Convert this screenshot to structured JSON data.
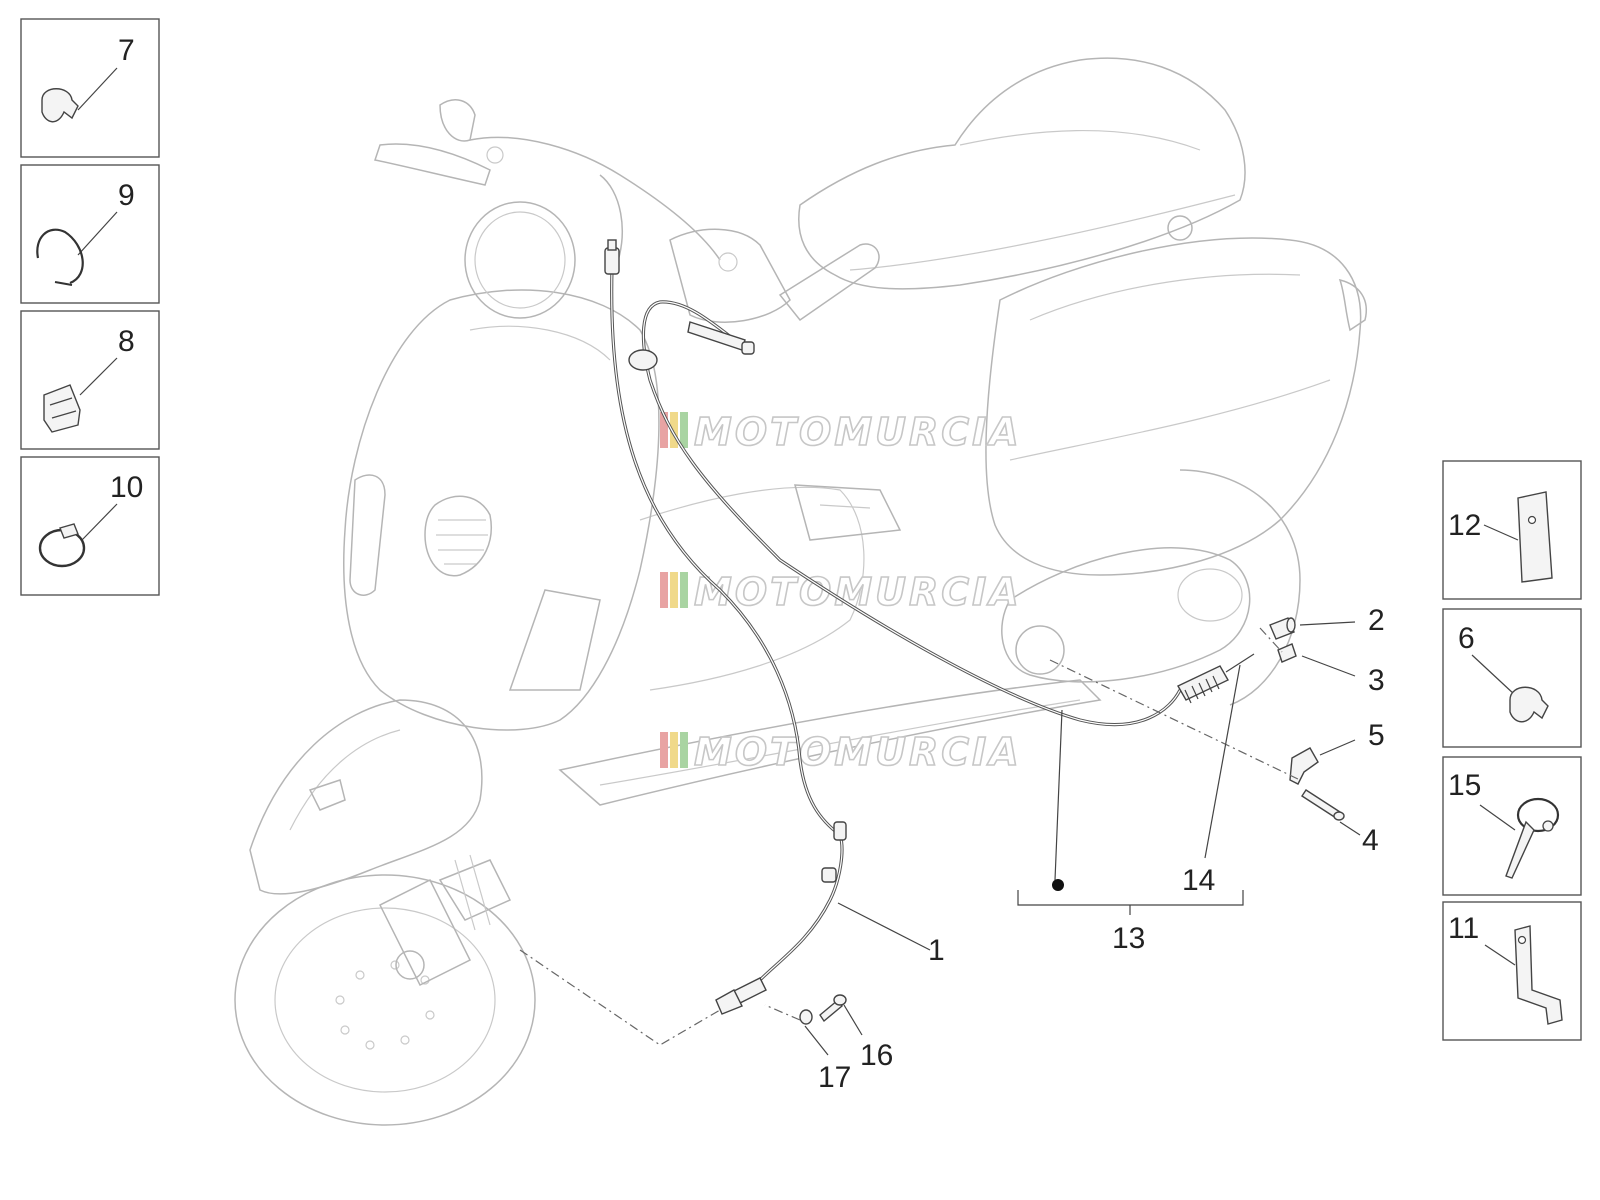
{
  "watermark": {
    "text": "MOTOMURCIA",
    "stripe_colors": [
      "#e8a3a3",
      "#f0d98a",
      "#a9d4a2"
    ]
  },
  "callouts": {
    "c1": "1",
    "c2": "2",
    "c3": "3",
    "c4": "4",
    "c5": "5",
    "c6": "6",
    "c7": "7",
    "c8": "8",
    "c9": "9",
    "c10": "10",
    "c11": "11",
    "c12": "12",
    "c13": "13",
    "c14": "14",
    "c15": "15",
    "c16": "16",
    "c17": "17"
  },
  "colors": {
    "outline": "#c9c9c9",
    "cable": "#555555",
    "text": "#222222"
  }
}
